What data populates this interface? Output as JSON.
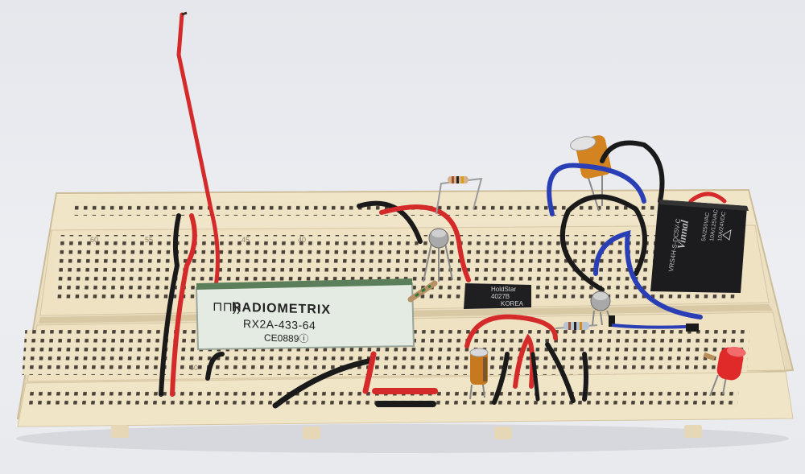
{
  "module": {
    "brand": "RADIOMETRIX",
    "model": "RX2A-433-64",
    "cert": "CE0889",
    "cert_mark": "ⓘ"
  },
  "ic": {
    "line1": "HoldStar",
    "line2": "4027B",
    "line3": "KOREA"
  },
  "relay": {
    "brand": "Vinnal",
    "model": "VRS4H-S-DC5V-C",
    "spec1": "5A/250VAC",
    "spec2": "10A/125VAC",
    "spec3": "10A/24VDC"
  },
  "board": {
    "col_labels": [
      "60",
      "55",
      "50",
      "45",
      "40"
    ]
  },
  "colors": {
    "breadboard": "#efe3c6",
    "wire_red": "#d42a2a",
    "wire_black": "#1a1a1a",
    "wire_blue": "#2a3fb5",
    "module_pcb": "#dfe8dc"
  }
}
